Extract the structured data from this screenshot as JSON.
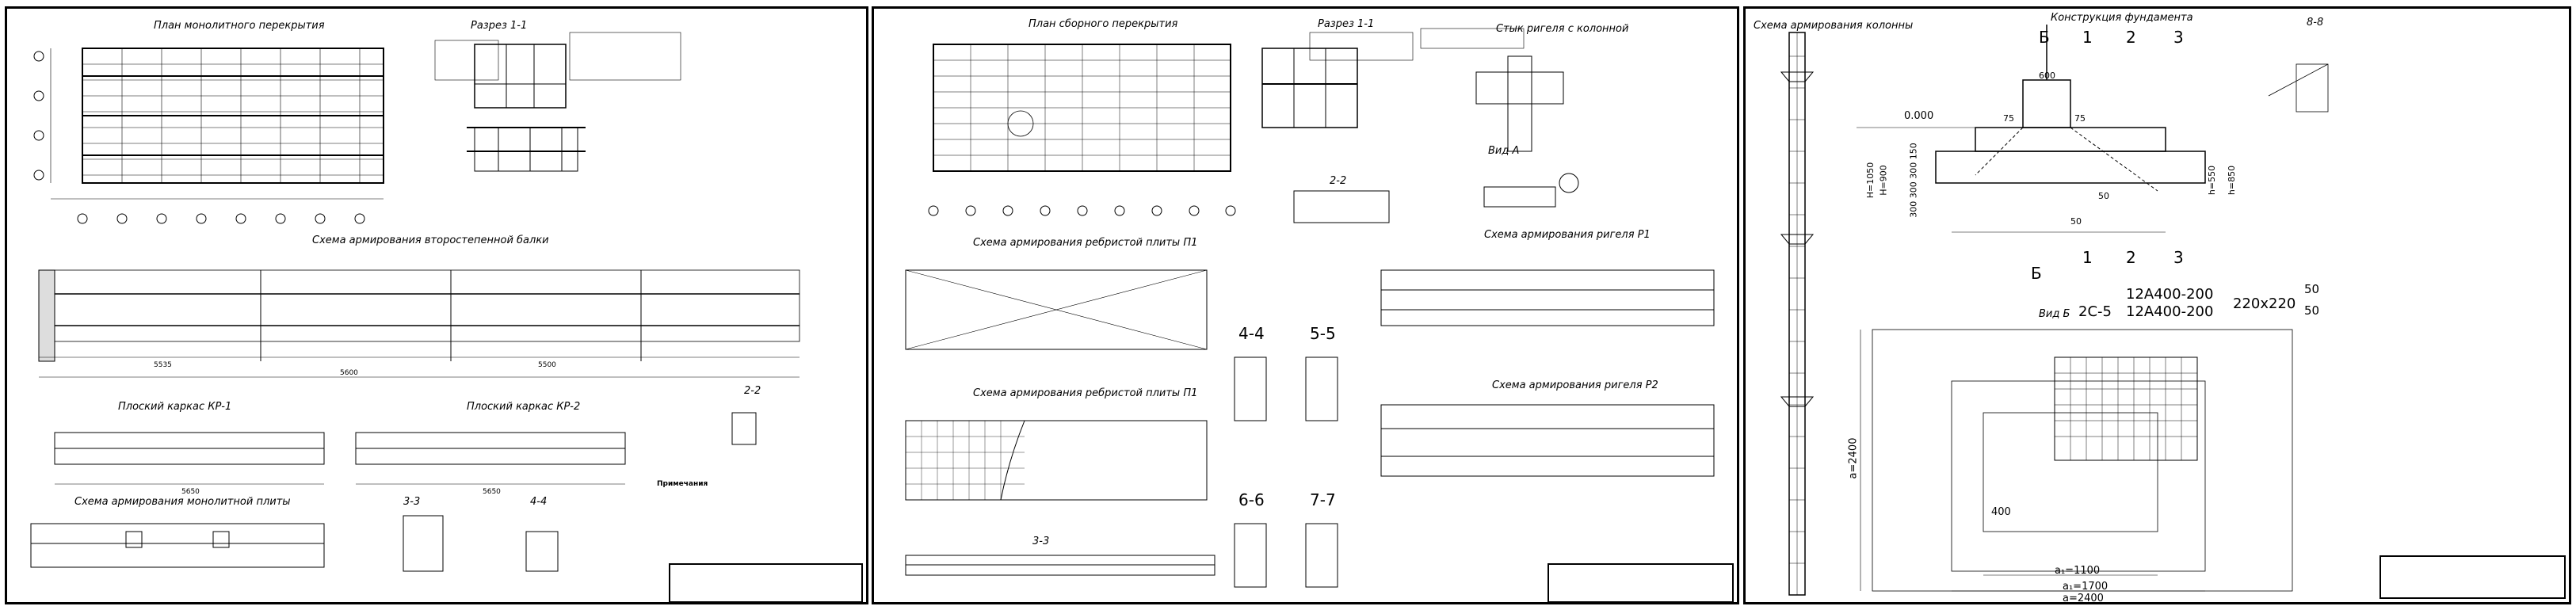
{
  "sheets": [
    {
      "titles": {
        "plan": "План монолитного перекрытия",
        "section": "Разрез 1-1",
        "beam": "Схема армирования второстепенной балки",
        "kr1": "Плоский каркас КР-1",
        "kr2": "Плоский каркас КР-2",
        "s22": "2-2",
        "slab": "Схема армирования монолитной плиты",
        "s33": "3-3",
        "s44": "4-4"
      },
      "notes_heading": "Примечания",
      "dims": [
        "5535",
        "5600",
        "5500",
        "5650",
        "5650"
      ]
    },
    {
      "titles": {
        "plan": "План сборного перекрытия",
        "section": "Разрез 1-1",
        "joint": "Стык ригеля с колонной",
        "viewA": "Вид А",
        "s22": "2-2",
        "ribbed1": "Схема армирования ребристой плиты П1",
        "ribbed2": "Схема армирования ребристой плиты П1",
        "girder1": "Схема армирования ригеля Р1",
        "girder2": "Схема армирования ригеля Р2",
        "s44": "4-4",
        "s55": "5-5",
        "s66": "6-6",
        "s77": "7-7",
        "s33": "3-3"
      }
    },
    {
      "titles": {
        "column": "Схема армирования колонны",
        "foundation": "Конструкция фундамента",
        "s88": "8-8",
        "viewB": "Вид Б"
      },
      "labels": {
        "b_top": "Б",
        "b_bottom": "Б",
        "n1": "1",
        "n2": "2",
        "n3": "3",
        "n1b": "1",
        "n2b": "2",
        "n3b": "3",
        "mark000": "0.000",
        "d600": "600",
        "d75a": "75",
        "d75b": "75",
        "d50a": "50",
        "d50b": "50",
        "h1050": "H=1050",
        "h900": "H=900",
        "h850": "h=850",
        "h550": "h=550",
        "dims_vert": "300 300 300 150",
        "mesh_label": "2С-5",
        "mesh_top": "12A400-200",
        "mesh_bot": "12A400-200",
        "mesh_size": "220x220",
        "mesh_50a": "50",
        "mesh_50b": "50",
        "a400": "400",
        "a1100": "a₁=1100",
        "a1700": "a₁=1700",
        "a2400": "a=2400",
        "a2400v": "a=2400"
      }
    }
  ]
}
